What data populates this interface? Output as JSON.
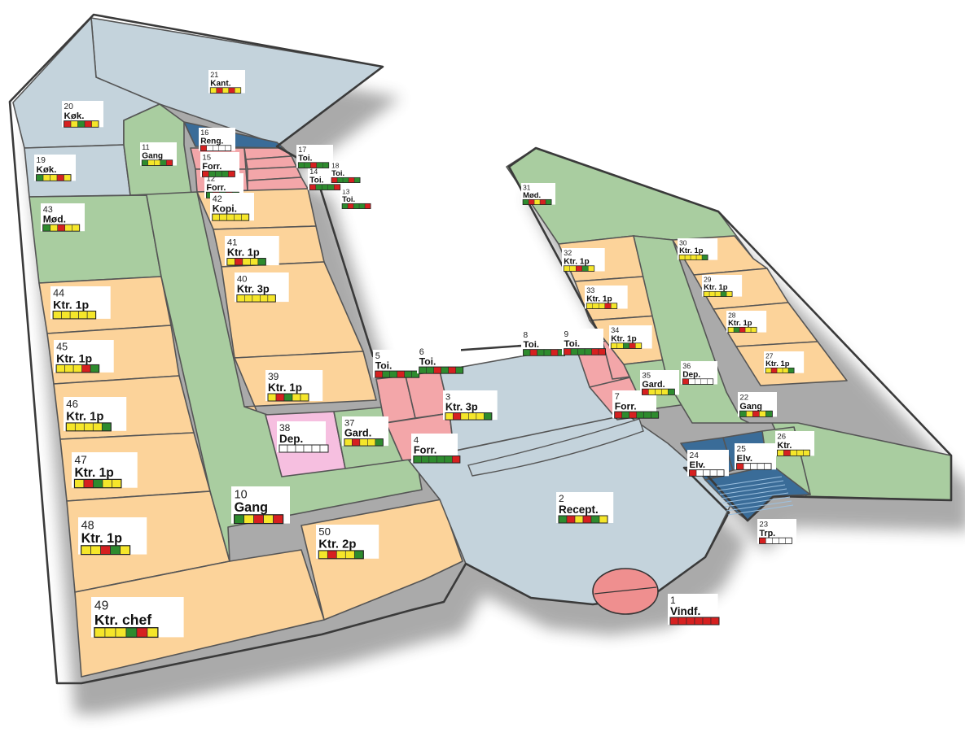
{
  "palette": {
    "office": "#fcd39a",
    "circulation": "#a9cda0",
    "kitchen": "#c4d3dc",
    "reception": "#c4d3dc",
    "toilet": "#f3a6a9",
    "depot": "#f6bfe0",
    "cleaning": "#3a6c98",
    "entrance": "#ef8f8f",
    "status_green": "#2e8b2e",
    "status_yellow": "#f5e62a",
    "status_red": "#d62020",
    "status_white": "#ffffff"
  },
  "rooms": [
    {
      "number": "1",
      "name": "Vindf.",
      "status": [
        "red",
        "red",
        "red",
        "red",
        "red",
        "red"
      ]
    },
    {
      "number": "2",
      "name": "Recept.",
      "status": [
        "green",
        "red",
        "yellow",
        "red",
        "green",
        "yellow"
      ]
    },
    {
      "number": "3",
      "name": "Ktr. 3p",
      "status": [
        "yellow",
        "red",
        "yellow",
        "yellow",
        "yellow",
        "green"
      ]
    },
    {
      "number": "4",
      "name": "Forr.",
      "status": [
        "green",
        "green",
        "green",
        "green",
        "green",
        "red"
      ]
    },
    {
      "number": "5",
      "name": "Toi.",
      "status": [
        "red",
        "green",
        "green",
        "red",
        "green",
        "green"
      ]
    },
    {
      "number": "6",
      "name": "Toi.",
      "status": [
        "green",
        "green",
        "red",
        "green",
        "red",
        "green"
      ]
    },
    {
      "number": "7",
      "name": "Forr.",
      "status": [
        "red",
        "green",
        "red",
        "green",
        "green",
        "green"
      ]
    },
    {
      "number": "8",
      "name": "Toi.",
      "status": [
        "green",
        "red",
        "green",
        "green",
        "red",
        "green"
      ]
    },
    {
      "number": "9",
      "name": "Toi.",
      "status": [
        "red",
        "green",
        "green",
        "green",
        "red",
        "red"
      ]
    },
    {
      "number": "10",
      "name": "Gang",
      "status": [
        "green",
        "yellow",
        "red",
        "yellow",
        "red"
      ]
    },
    {
      "number": "11",
      "name": "Gang",
      "status": [
        "green",
        "yellow",
        "yellow",
        "green",
        "red"
      ]
    },
    {
      "number": "12",
      "name": "Forr.",
      "status": [
        "green",
        "red",
        "green",
        "red",
        "green"
      ]
    },
    {
      "number": "13",
      "name": "Toi.",
      "status": [
        "green",
        "red",
        "green",
        "green",
        "red"
      ]
    },
    {
      "number": "14",
      "name": "Toi.",
      "status": [
        "red",
        "green",
        "green",
        "green",
        "red"
      ]
    },
    {
      "number": "15",
      "name": "Forr.",
      "status": [
        "red",
        "green",
        "green",
        "green",
        "red"
      ]
    },
    {
      "number": "16",
      "name": "Reng.",
      "status": [
        "red",
        "white",
        "white",
        "white",
        "white"
      ]
    },
    {
      "number": "17",
      "name": "Toi.",
      "status": [
        "green",
        "green",
        "red",
        "green",
        "green"
      ]
    },
    {
      "number": "18",
      "name": "Toi.",
      "status": [
        "red",
        "green",
        "green",
        "red",
        "green"
      ]
    },
    {
      "number": "19",
      "name": "Køk.",
      "status": [
        "green",
        "yellow",
        "yellow",
        "red",
        "yellow"
      ]
    },
    {
      "number": "20",
      "name": "Køk.",
      "status": [
        "red",
        "yellow",
        "green",
        "red",
        "yellow"
      ]
    },
    {
      "number": "21",
      "name": "Kant.",
      "status": [
        "yellow",
        "red",
        "yellow",
        "red",
        "yellow"
      ]
    },
    {
      "number": "22",
      "name": "Gang",
      "status": [
        "green",
        "yellow",
        "red",
        "yellow",
        "green"
      ]
    },
    {
      "number": "23",
      "name": "Trp.",
      "status": [
        "red",
        "white",
        "white",
        "white",
        "white"
      ]
    },
    {
      "number": "24",
      "name": "Elv.",
      "status": [
        "red",
        "white",
        "white",
        "white",
        "white"
      ]
    },
    {
      "number": "25",
      "name": "Elv.",
      "status": [
        "red",
        "white",
        "white",
        "white",
        "white"
      ]
    },
    {
      "number": "26",
      "name": "Ktr.",
      "status": [
        "yellow",
        "red",
        "yellow",
        "yellow",
        "yellow"
      ]
    },
    {
      "number": "27",
      "name": "Ktr. 1p",
      "status": [
        "yellow",
        "red",
        "yellow",
        "yellow",
        "green"
      ]
    },
    {
      "number": "28",
      "name": "Ktr. 1p",
      "status": [
        "yellow",
        "green",
        "red",
        "yellow",
        "yellow"
      ]
    },
    {
      "number": "29",
      "name": "Ktr. 1p",
      "status": [
        "yellow",
        "yellow",
        "yellow",
        "green",
        "yellow"
      ]
    },
    {
      "number": "30",
      "name": "Ktr. 1p",
      "status": [
        "yellow",
        "yellow",
        "yellow",
        "yellow",
        "green"
      ]
    },
    {
      "number": "31",
      "name": "Mød.",
      "status": [
        "green",
        "red",
        "yellow",
        "red",
        "green"
      ]
    },
    {
      "number": "32",
      "name": "Ktr. 1p",
      "status": [
        "yellow",
        "yellow",
        "red",
        "green",
        "yellow"
      ]
    },
    {
      "number": "33",
      "name": "Ktr. 1p",
      "status": [
        "yellow",
        "yellow",
        "yellow",
        "red",
        "yellow"
      ]
    },
    {
      "number": "34",
      "name": "Ktr. 1p",
      "status": [
        "yellow",
        "yellow",
        "green",
        "red",
        "yellow"
      ]
    },
    {
      "number": "35",
      "name": "Gard.",
      "status": [
        "red",
        "yellow",
        "yellow",
        "yellow",
        "green"
      ]
    },
    {
      "number": "36",
      "name": "Dep.",
      "status": [
        "red",
        "white",
        "white",
        "white",
        "white"
      ]
    },
    {
      "number": "37",
      "name": "Gard.",
      "status": [
        "yellow",
        "red",
        "yellow",
        "yellow",
        "green"
      ]
    },
    {
      "number": "38",
      "name": "Dep.",
      "status": [
        "white",
        "white",
        "white",
        "white",
        "white",
        "white"
      ]
    },
    {
      "number": "39",
      "name": "Ktr. 1p",
      "status": [
        "yellow",
        "red",
        "green",
        "yellow",
        "yellow"
      ]
    },
    {
      "number": "40",
      "name": "Ktr. 3p",
      "status": [
        "yellow",
        "yellow",
        "yellow",
        "yellow",
        "yellow"
      ]
    },
    {
      "number": "41",
      "name": "Ktr. 1p",
      "status": [
        "yellow",
        "red",
        "yellow",
        "yellow",
        "green"
      ]
    },
    {
      "number": "42",
      "name": "Kopi.",
      "status": [
        "yellow",
        "yellow",
        "yellow",
        "yellow",
        "yellow"
      ]
    },
    {
      "number": "43",
      "name": "Mød.",
      "status": [
        "green",
        "yellow",
        "red",
        "yellow",
        "yellow"
      ]
    },
    {
      "number": "44",
      "name": "Ktr. 1p",
      "status": [
        "yellow",
        "yellow",
        "yellow",
        "yellow",
        "yellow"
      ]
    },
    {
      "number": "45",
      "name": "Ktr. 1p",
      "status": [
        "yellow",
        "yellow",
        "yellow",
        "red",
        "green"
      ]
    },
    {
      "number": "46",
      "name": "Ktr. 1p",
      "status": [
        "yellow",
        "yellow",
        "yellow",
        "yellow",
        "green"
      ]
    },
    {
      "number": "47",
      "name": "Ktr. 1p",
      "status": [
        "yellow",
        "red",
        "green",
        "yellow",
        "yellow"
      ]
    },
    {
      "number": "48",
      "name": "Ktr. 1p",
      "status": [
        "yellow",
        "yellow",
        "red",
        "green",
        "yellow"
      ]
    },
    {
      "number": "49",
      "name": "Ktr. chef",
      "status": [
        "yellow",
        "yellow",
        "yellow",
        "green",
        "red",
        "yellow"
      ]
    },
    {
      "number": "50",
      "name": "Ktr. 2p",
      "status": [
        "yellow",
        "red",
        "yellow",
        "yellow",
        "green"
      ]
    }
  ]
}
